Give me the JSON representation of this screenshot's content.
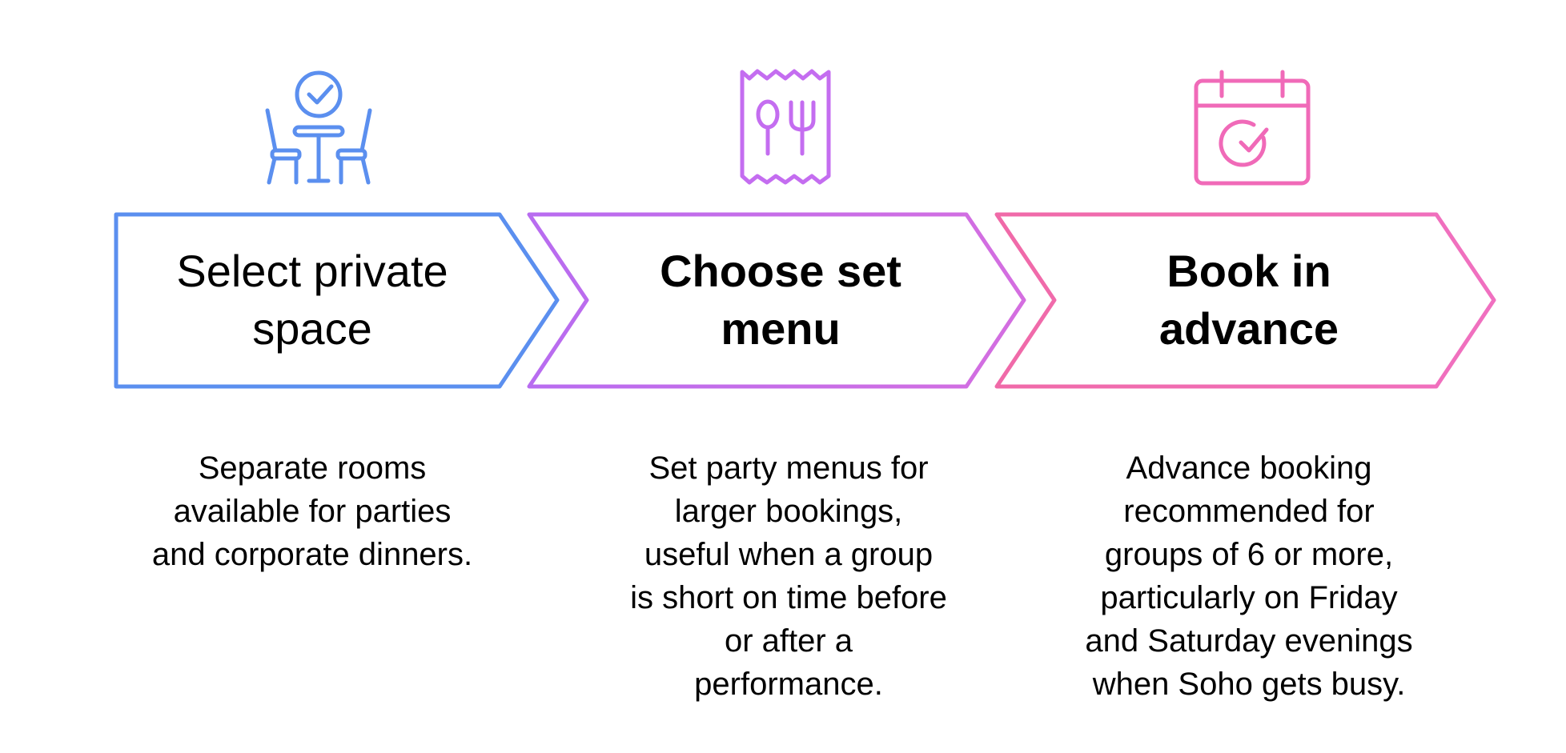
{
  "steps": [
    {
      "title": "Select private space",
      "description": "Separate rooms available for parties and corporate dinners.",
      "icon": "dining-table-chairs-icon",
      "color": "#5b8fef"
    },
    {
      "title": "Choose set menu",
      "description": "Set party menus for larger bookings, useful when a group is short on time before or after a performance.",
      "icon": "menu-spoon-fork-icon",
      "color": "#c46df0"
    },
    {
      "title": "Book in advance",
      "description": "Advance booking recommended for groups of 6 or more, particularly on Friday and Saturday evenings when Soho gets busy.",
      "icon": "calendar-check-icon",
      "color": "#f06ab8"
    }
  ]
}
